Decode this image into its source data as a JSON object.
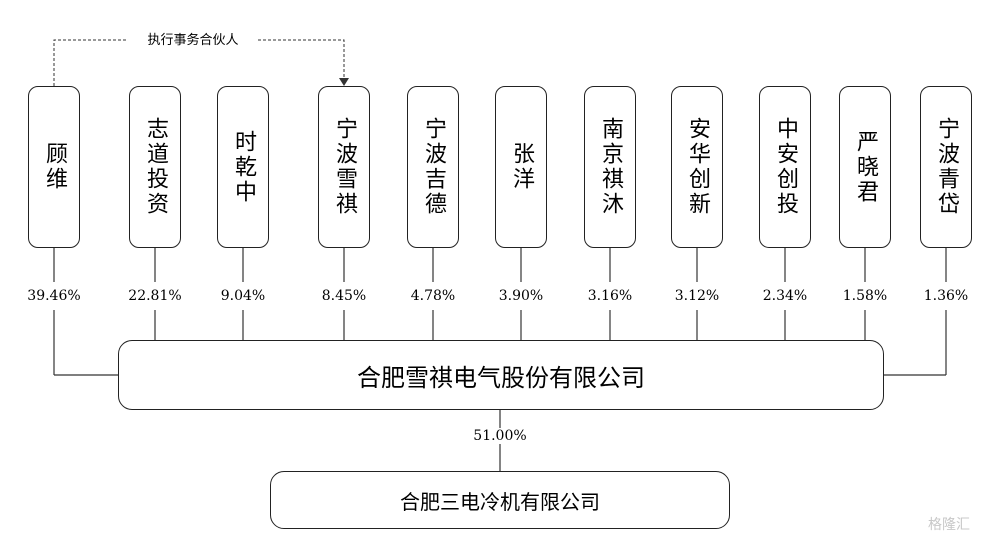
{
  "gp_label": "执行事务合伙人",
  "holders": [
    {
      "name": "顾维",
      "pct": "39.46%"
    },
    {
      "name": "志道投资",
      "pct": "22.81%"
    },
    {
      "name": "时乾中",
      "pct": "9.04%"
    },
    {
      "name": "宁波雪祺",
      "pct": "8.45%"
    },
    {
      "name": "宁波吉德",
      "pct": "4.78%"
    },
    {
      "name": "张洋",
      "pct": "3.90%"
    },
    {
      "name": "南京祺沐",
      "pct": "3.16%"
    },
    {
      "name": "安华创新",
      "pct": "3.12%"
    },
    {
      "name": "中安创投",
      "pct": "2.34%"
    },
    {
      "name": "严晓君",
      "pct": "1.58%"
    },
    {
      "name": "宁波青岱",
      "pct": "1.36%"
    }
  ],
  "main_company": "合肥雪祺电气股份有限公司",
  "subsidiary_pct": "51.00%",
  "subsidiary": "合肥三电冷机有限公司",
  "watermark": "格隆汇"
}
